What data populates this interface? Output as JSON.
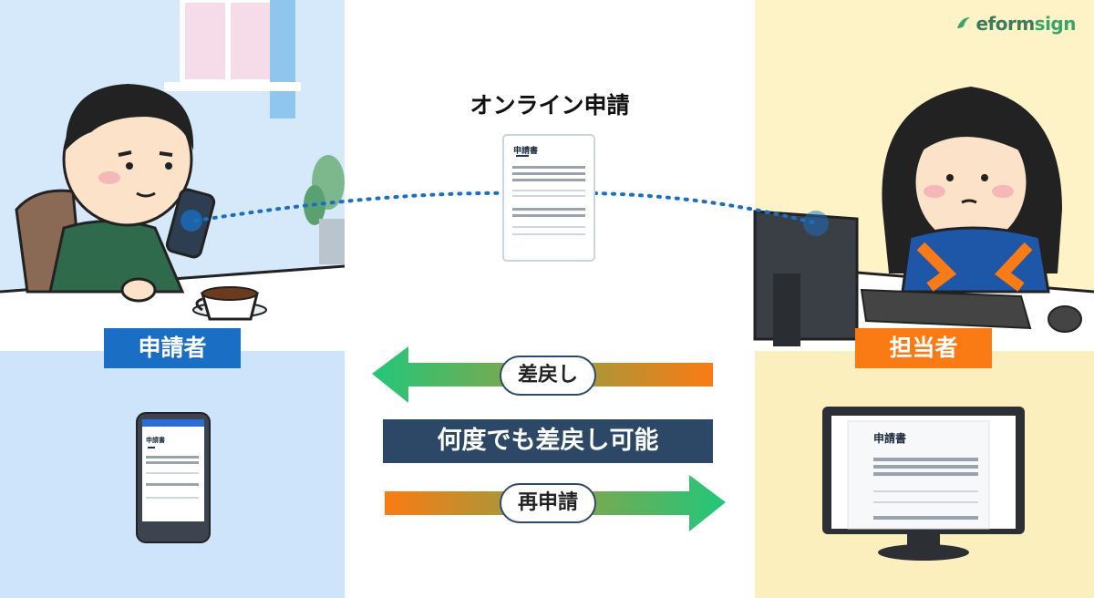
{
  "logo": {
    "text_main": "eform",
    "text_accent": "sign"
  },
  "title": "オンライン申請",
  "labels": {
    "applicant": "申請者",
    "staff": "担当者"
  },
  "arrows": {
    "return_label": "差戻し",
    "reapply_label": "再申請"
  },
  "banner": "何度でも差戻し可能",
  "form": {
    "heading": "申請書"
  },
  "colors": {
    "applicant_blue": "#1a6fc4",
    "staff_orange": "#fa7b13",
    "arrow_green": "#22c77a",
    "banner_navy": "#2d4866"
  }
}
